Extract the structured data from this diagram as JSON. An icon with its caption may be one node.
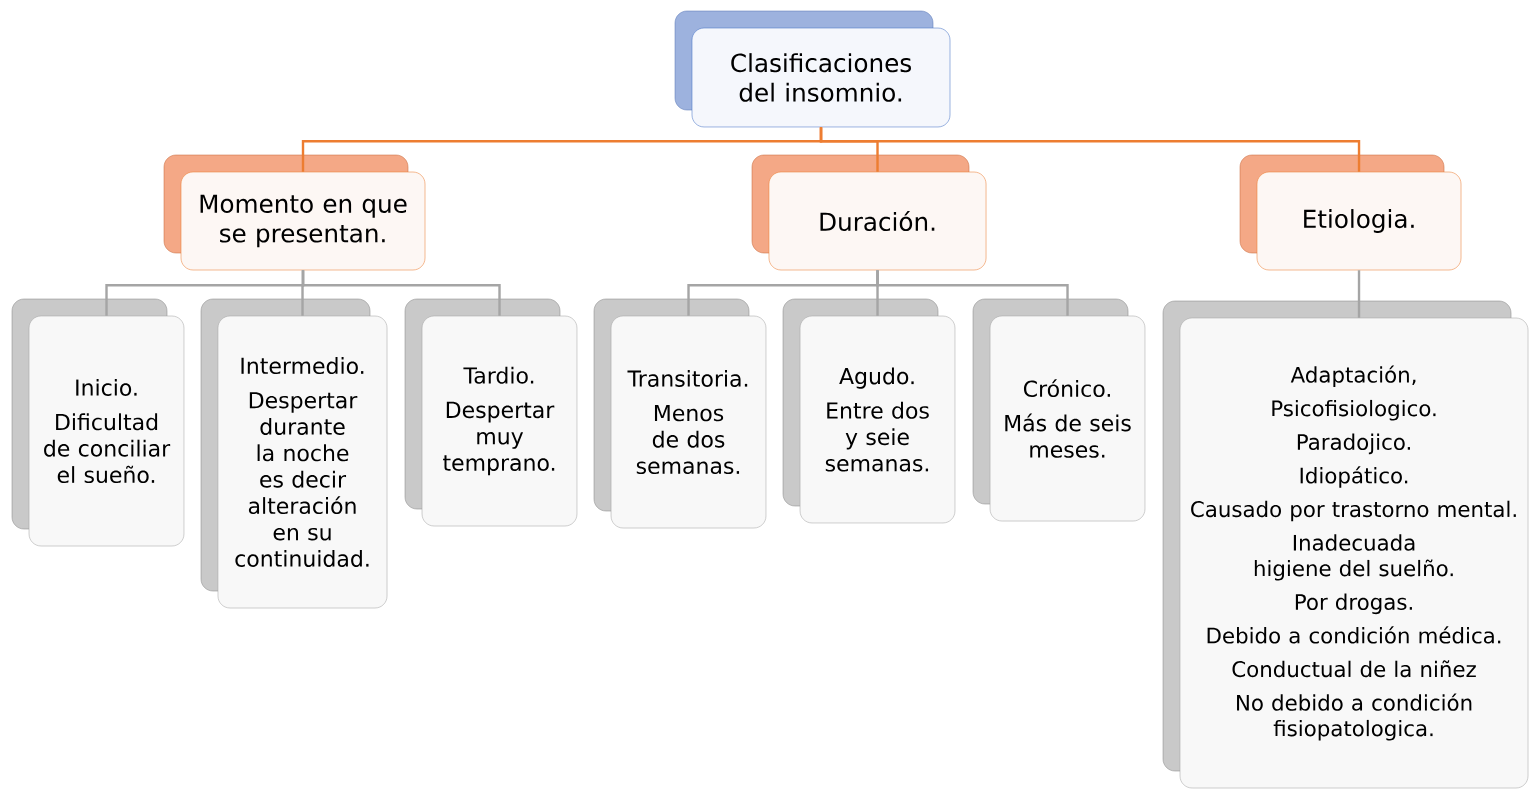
{
  "diagram": {
    "nodes": [
      {
        "text": [
          "Clasificaciones del insomnio."
        ]
      },
      {
        "text": [
          "Momento en que se presentan."
        ]
      },
      {
        "text": [
          "Duración."
        ]
      },
      {
        "text": [
          "Etiologia."
        ]
      },
      {
        "text": [
          "Inicio.",
          "Dificultad de conciliar el sueño."
        ]
      },
      {
        "text": [
          "Intermedio.",
          "Despertar durante la noche es decir alteración en su continuidad."
        ]
      },
      {
        "text": [
          "Tardio.",
          "Despertar muy temprano."
        ]
      },
      {
        "text": [
          "Transitoria.",
          "Menos de dos semanas."
        ]
      },
      {
        "text": [
          "Agudo.",
          "Entre dos y seie semanas."
        ]
      },
      {
        "text": [
          "Crónico.",
          "Más de seis meses."
        ]
      },
      {
        "text": [
          "Adaptación,",
          "Psicofisiologico.",
          "Paradojico.",
          "Idiopático.",
          "Causado por trastorno mental.",
          "Inadecuada higiene del suelño.",
          "Por drogas.",
          "Debido a condición médica.",
          "Conductual de la niñez",
          "No debido a condición fisiopatologica."
        ]
      }
    ],
    "edges": [
      {
        "from": 0,
        "to": 1,
        "arrow": "none",
        "color": "#ed7d31"
      },
      {
        "from": 0,
        "to": 2,
        "arrow": "none",
        "color": "#ed7d31"
      },
      {
        "from": 0,
        "to": 3,
        "arrow": "none",
        "color": "#ed7d31"
      },
      {
        "from": 1,
        "to": 4,
        "arrow": "none"
      },
      {
        "from": 1,
        "to": 5,
        "arrow": "none"
      },
      {
        "from": 1,
        "to": 6,
        "arrow": "none"
      },
      {
        "from": 2,
        "to": 7,
        "arrow": "none"
      },
      {
        "from": 2,
        "to": 8,
        "arrow": "none"
      },
      {
        "from": 2,
        "to": 9,
        "arrow": "none"
      },
      {
        "from": 3,
        "to": 10,
        "arrow": "none"
      }
    ]
  }
}
